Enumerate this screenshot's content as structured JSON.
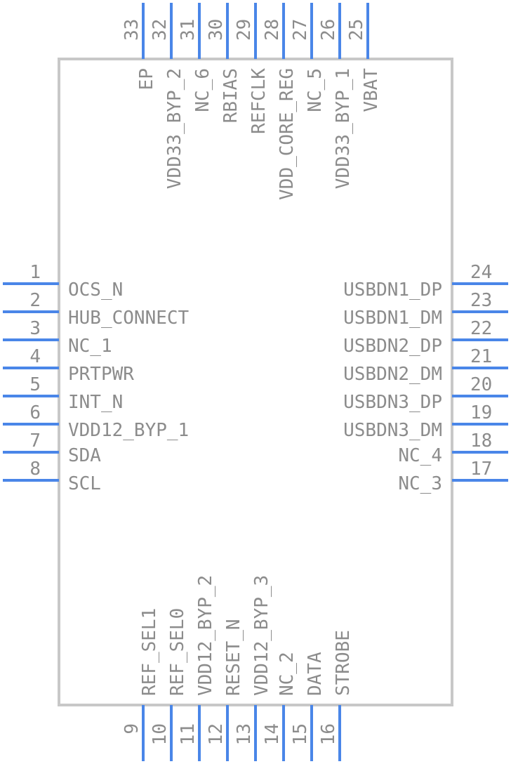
{
  "component": {
    "pins": [
      {
        "num": "1",
        "name": "OCS_N"
      },
      {
        "num": "2",
        "name": "HUB_CONNECT"
      },
      {
        "num": "3",
        "name": "NC_1"
      },
      {
        "num": "4",
        "name": "PRTPWR"
      },
      {
        "num": "5",
        "name": "INT_N"
      },
      {
        "num": "6",
        "name": "VDD12_BYP_1"
      },
      {
        "num": "7",
        "name": "SDA"
      },
      {
        "num": "8",
        "name": "SCL"
      },
      {
        "num": "9",
        "name": "REF_SEL1"
      },
      {
        "num": "10",
        "name": "REF_SEL0"
      },
      {
        "num": "11",
        "name": "VDD12_BYP_2"
      },
      {
        "num": "12",
        "name": "RESET_N"
      },
      {
        "num": "13",
        "name": "VDD12_BYP_3"
      },
      {
        "num": "14",
        "name": "NC_2"
      },
      {
        "num": "15",
        "name": "DATA"
      },
      {
        "num": "16",
        "name": "STROBE"
      },
      {
        "num": "17",
        "name": "NC_3"
      },
      {
        "num": "18",
        "name": "NC_4"
      },
      {
        "num": "19",
        "name": "USBDN3_DM"
      },
      {
        "num": "20",
        "name": "USBDN3_DP"
      },
      {
        "num": "21",
        "name": "USBDN2_DM"
      },
      {
        "num": "22",
        "name": "USBDN2_DP"
      },
      {
        "num": "23",
        "name": "USBDN1_DM"
      },
      {
        "num": "24",
        "name": "USBDN1_DP"
      },
      {
        "num": "25",
        "name": "VBAT"
      },
      {
        "num": "26",
        "name": "VDD33_BYP_1"
      },
      {
        "num": "27",
        "name": "NC_5"
      },
      {
        "num": "28",
        "name": "VDD_CORE_REG"
      },
      {
        "num": "29",
        "name": "REFCLK"
      },
      {
        "num": "30",
        "name": "RBIAS"
      },
      {
        "num": "31",
        "name": "NC_6"
      },
      {
        "num": "32",
        "name": "VDD33_BYP_2"
      },
      {
        "num": "33",
        "name": "EP"
      }
    ]
  },
  "colors": {
    "pin": "#4a86e8",
    "outline": "#c8c8c8",
    "text": "#8c8c8c"
  }
}
